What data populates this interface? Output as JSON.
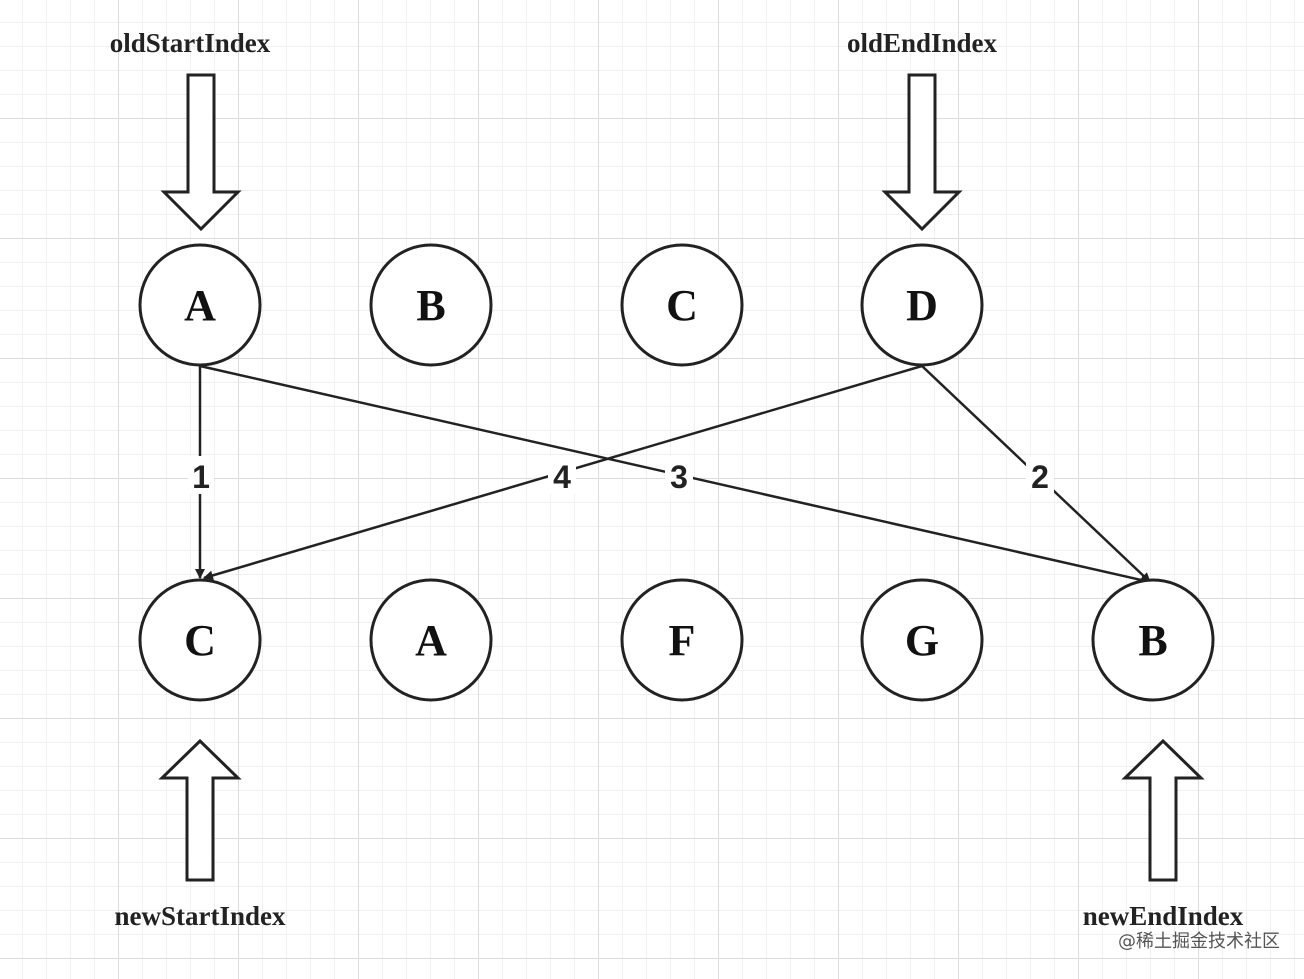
{
  "colors": {
    "stroke": "#222222",
    "node_fill": "#ffffff",
    "arrow_fill": "#ffffff"
  },
  "pointers": {
    "old_start": "oldStartIndex",
    "old_end": "oldEndIndex",
    "new_start": "newStartIndex",
    "new_end": "newEndIndex"
  },
  "old_nodes": [
    "A",
    "B",
    "C",
    "D"
  ],
  "new_nodes": [
    "C",
    "A",
    "F",
    "G",
    "B"
  ],
  "comparisons": [
    {
      "order": "1",
      "from": "old A",
      "to": "new C"
    },
    {
      "order": "2",
      "from": "old D",
      "to": "new B"
    },
    {
      "order": "3",
      "from": "old A",
      "to": "new B"
    },
    {
      "order": "4",
      "from": "old D",
      "to": "new C"
    }
  ],
  "watermark": "@稀土掘金技术社区"
}
